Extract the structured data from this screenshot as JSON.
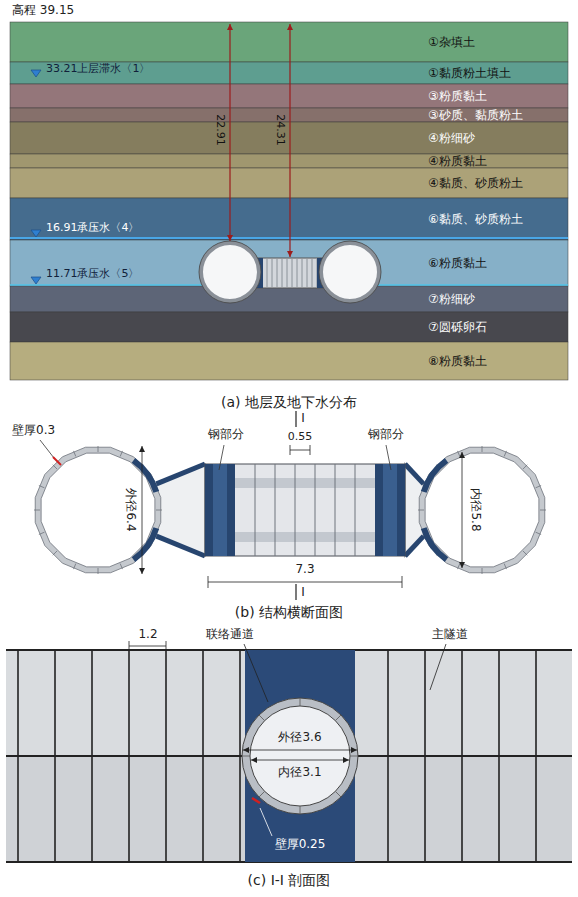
{
  "diagram": {
    "nodes": [
      {
        "text": [
          "①杂填土"
        ]
      },
      {
        "text": [
          "①黏质粉土填土"
        ]
      },
      {
        "text": [
          "③粉质黏土"
        ]
      },
      {
        "text": [
          "③砂质、黏质粉土"
        ]
      },
      {
        "text": [
          "④粉细砂"
        ]
      },
      {
        "text": [
          "④粉质黏土"
        ]
      },
      {
        "text": [
          "④黏质、砂质粉土"
        ]
      },
      {
        "text": [
          "⑥黏质、砂质粉土"
        ]
      },
      {
        "text": [
          "⑥粉质黏土"
        ]
      },
      {
        "text": [
          "⑦粉细砂"
        ]
      },
      {
        "text": [
          "⑦圆砾卵石"
        ]
      },
      {
        "text": [
          "⑧粉质黏土"
        ]
      }
    ],
    "labels": [
      "高程 39.15",
      "33.21上层滞水〈1〉",
      "16.91承压水〈4〉",
      "11.71承压水〈5〉",
      "22.91",
      "24.31",
      "(a) 地层及地下水分布",
      "壁厚0.3",
      "钢部分",
      "I",
      "0.55",
      "钢部分",
      "外径6.4",
      "内径5.8",
      "7.3",
      "I",
      "(b) 结构横断面图",
      "1.2",
      "联络通道",
      "主隧道",
      "外径3.6",
      "内径3.1",
      "壁厚0.25",
      "(c) I-I 剖面图"
    ]
  }
}
